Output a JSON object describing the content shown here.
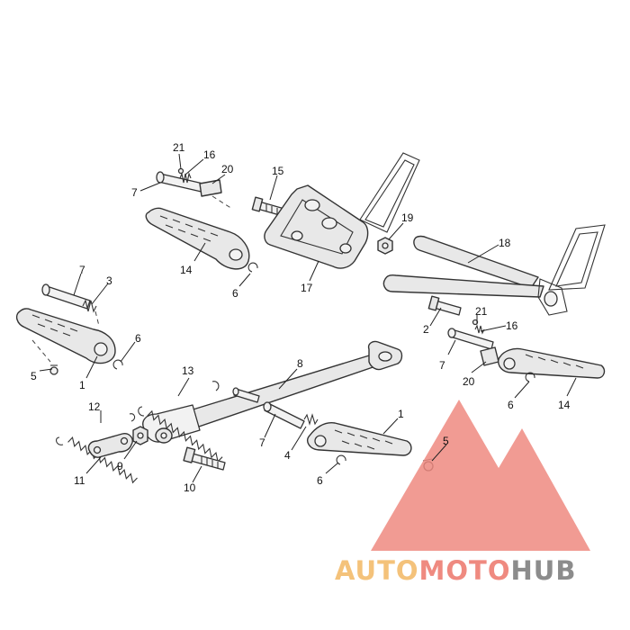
{
  "callouts": [
    {
      "id": "c1",
      "text": "21"
    },
    {
      "id": "c2",
      "text": "16"
    },
    {
      "id": "c3",
      "text": "20"
    },
    {
      "id": "c4",
      "text": "7"
    },
    {
      "id": "c5",
      "text": "15"
    },
    {
      "id": "c6",
      "text": "19"
    },
    {
      "id": "c7",
      "text": "14"
    },
    {
      "id": "c8",
      "text": "6"
    },
    {
      "id": "c9",
      "text": "17"
    },
    {
      "id": "c10",
      "text": "18"
    },
    {
      "id": "c11",
      "text": "7"
    },
    {
      "id": "c12",
      "text": "3"
    },
    {
      "id": "c13",
      "text": "6"
    },
    {
      "id": "c14",
      "text": "5"
    },
    {
      "id": "c15",
      "text": "1"
    },
    {
      "id": "c16",
      "text": "2"
    },
    {
      "id": "c17",
      "text": "21"
    },
    {
      "id": "c18",
      "text": "16"
    },
    {
      "id": "c19",
      "text": "7"
    },
    {
      "id": "c20",
      "text": "20"
    },
    {
      "id": "c21",
      "text": "6"
    },
    {
      "id": "c22",
      "text": "14"
    },
    {
      "id": "c23",
      "text": "13"
    },
    {
      "id": "c24",
      "text": "8"
    },
    {
      "id": "c25",
      "text": "12"
    },
    {
      "id": "c26",
      "text": "1"
    },
    {
      "id": "c27",
      "text": "5"
    },
    {
      "id": "c28",
      "text": "7"
    },
    {
      "id": "c29",
      "text": "4"
    },
    {
      "id": "c30",
      "text": "9"
    },
    {
      "id": "c31",
      "text": "11"
    },
    {
      "id": "c32",
      "text": "6"
    },
    {
      "id": "c33",
      "text": "10"
    }
  ],
  "watermark": {
    "part1": "AUTO",
    "part2": "MOTO",
    "part3": "HUB",
    "colors": {
      "yellow": "#f4c27a",
      "red": "#ef8a80",
      "grey": "#8c8c8c"
    }
  }
}
